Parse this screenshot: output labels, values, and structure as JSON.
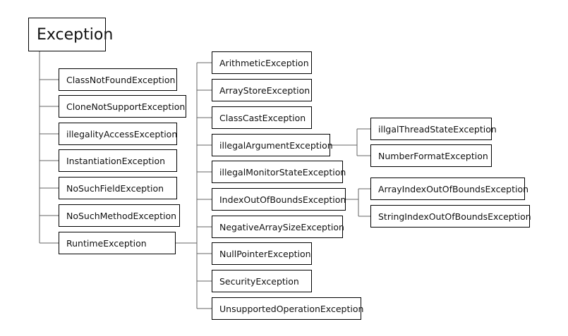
{
  "root": "Exception",
  "level1": [
    "ClassNotFoundException",
    "CloneNotSupportException",
    "illegalityAccessException",
    "InstantiationException",
    "NoSuchFieldException",
    "NoSuchMethodException",
    "RuntimeException"
  ],
  "runtime_children": [
    "ArithmeticException",
    "ArrayStoreException",
    "ClassCastException",
    "illegalArgumentException",
    "illegalMonitorStateException",
    "IndexOutOfBoundsException",
    "NegativeArraySizeException",
    "NullPointerException",
    "SecurityException",
    "UnsupportedOperationException"
  ],
  "illegal_argument_children": [
    "illgalThreadStateException",
    "NumberFormatException"
  ],
  "index_out_of_bounds_children": [
    "ArrayIndexOutOfBoundsException",
    "StringIndexOutOfBoundsException"
  ]
}
